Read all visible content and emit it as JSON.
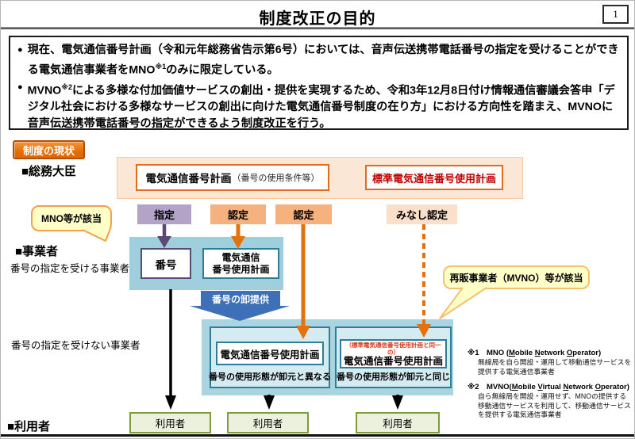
{
  "page": {
    "title": "制度改正の目的",
    "page_number": "1"
  },
  "intro": {
    "marker": "●",
    "bullets": [
      {
        "segments": [
          {
            "t": "現在、電気通信番号計画（令和元年総務省告示第6号）においては、音声伝送携帯電話番号の指定を受けることができる電気通信事業者をMNO"
          },
          {
            "t": "※1",
            "s": true
          },
          {
            "t": "のみに限定している。"
          }
        ]
      },
      {
        "segments": [
          {
            "t": "MVNO"
          },
          {
            "t": "※2",
            "s": true
          },
          {
            "t": "による多様な付加価値サービスの創出・提供を実現するため、令和3年12月8日付け情報通信審議会答申「デジタル社会における多様なサービスの創出に向けた電気通信番号制度の在り方」における方向性を踏まえ、MVNOに音声伝送携帯電話番号の指定ができるよう制度改正を行う。"
          }
        ]
      }
    ]
  },
  "status_badge": "制度の現状",
  "row_labels": {
    "ministry": "■総務大臣",
    "operator": "■事業者",
    "operator_with": "番号の指定を受ける事業者",
    "operator_without": "番号の指定を受けない事業者",
    "user": "■利用者"
  },
  "ministry_row": {
    "number_plan_title": "電気通信番号計画",
    "number_plan_note": "（番号の使用条件等）",
    "standard_plan": "標準電気通信番号使用計画"
  },
  "process_labels": {
    "designation": "指定",
    "certification_1": "認定",
    "certification_2": "認定",
    "deemed": "みなし認定"
  },
  "callouts": {
    "mno": "MNO等が該当",
    "mvno": "再販事業者（MVNO）等が該当"
  },
  "operator_row": {
    "number": "番号",
    "plan_line1": "電気通信",
    "plan_line2": "番号使用計画"
  },
  "wholesale_arrow_label": "番号の卸提供",
  "lower_row": {
    "left_plan": "電気通信番号使用計画",
    "left_caption": "番号の使用形態が卸元と異なる",
    "right_plan_note": "（標準電気通信番号使用計画と同一の）",
    "right_plan": "電気通信番号使用計画",
    "right_caption": "番号の使用形態が卸元と同じ"
  },
  "users": [
    "利用者",
    "利用者",
    "利用者"
  ],
  "footnotes": [
    {
      "title_segments": [
        {
          "t": "※1　MNO ("
        },
        {
          "t": "M",
          "u": true
        },
        {
          "t": "obile "
        },
        {
          "t": "N",
          "u": true
        },
        {
          "t": "etwork "
        },
        {
          "t": "O",
          "u": true
        },
        {
          "t": "perator)"
        }
      ],
      "body": "無線局を自ら開設・運用して移動通信サービスを提供する電気通信事業者"
    },
    {
      "title_segments": [
        {
          "t": "※2　MVNO("
        },
        {
          "t": "M",
          "u": true
        },
        {
          "t": "obile "
        },
        {
          "t": "V",
          "u": true
        },
        {
          "t": "irtual "
        },
        {
          "t": "N",
          "u": true
        },
        {
          "t": "etwork "
        },
        {
          "t": "O",
          "u": true
        },
        {
          "t": "perator)"
        }
      ],
      "body": "自ら無線局を開設・運用せず、MNOの提供する移動通信サービスを利用して、移動通信サービスを提供する電気通信事業者"
    }
  ],
  "colors": {
    "accent_orange": "#E3720E",
    "box_border_orange": "#E16B21",
    "badge_orange": "#E06A00",
    "purple": "#5B4A77",
    "label_lavender": "#B3A3C6",
    "label_orange": "#F5B27F",
    "label_pale_orange": "#FAE0CA",
    "panel_peach": "#FBE7D6",
    "red_text": "#C00000",
    "red_note": "#D6391F",
    "blue_panel": "#9FCFDD",
    "blue_panel_inner": "#D5EBF2",
    "teal_border": "#2E7F95",
    "wholesale_blue": "#3E70B8",
    "user_green_bg": "#ECF1DD",
    "user_green_border": "#7F9C3C",
    "callout_yellow": "#FFFFC8",
    "black": "#000000"
  }
}
